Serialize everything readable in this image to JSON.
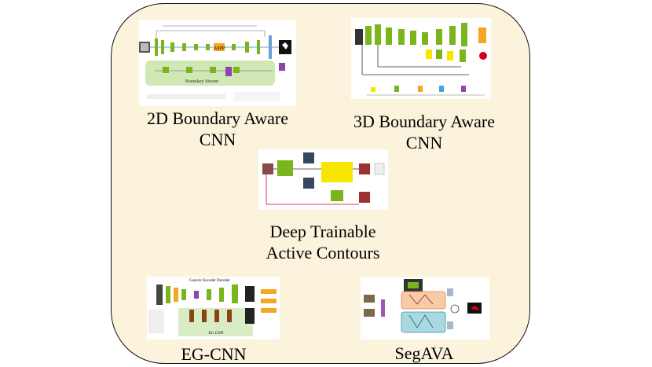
{
  "panels": [
    {
      "id": "2d",
      "caption_line1": "2D Boundary Aware",
      "caption_line2": "CNN"
    },
    {
      "id": "3d",
      "caption_line1": "3D Boundary Aware",
      "caption_line2": "CNN"
    },
    {
      "id": "dtac",
      "caption_line1": "Deep Trainable",
      "caption_line2": "Active Contours"
    },
    {
      "id": "egcnn",
      "caption_line1": "EG-CNN",
      "caption_line2": ""
    },
    {
      "id": "segava",
      "caption_line1": "SegAVA",
      "caption_line2": ""
    }
  ],
  "figure_text": {
    "aspp": "ASPP",
    "boundary_stream": "Boundary Stream",
    "generic_encoder_decoder": "Generic Encoder Decoder",
    "eg_cnn_block": "EG-CNN"
  },
  "colors": {
    "panel_bg": "#fbf3dc",
    "green": "#7ab51d",
    "light_green": "#cfe8b4",
    "orange": "#f5a623",
    "purple": "#8e44ad",
    "yellow": "#f6e600"
  }
}
